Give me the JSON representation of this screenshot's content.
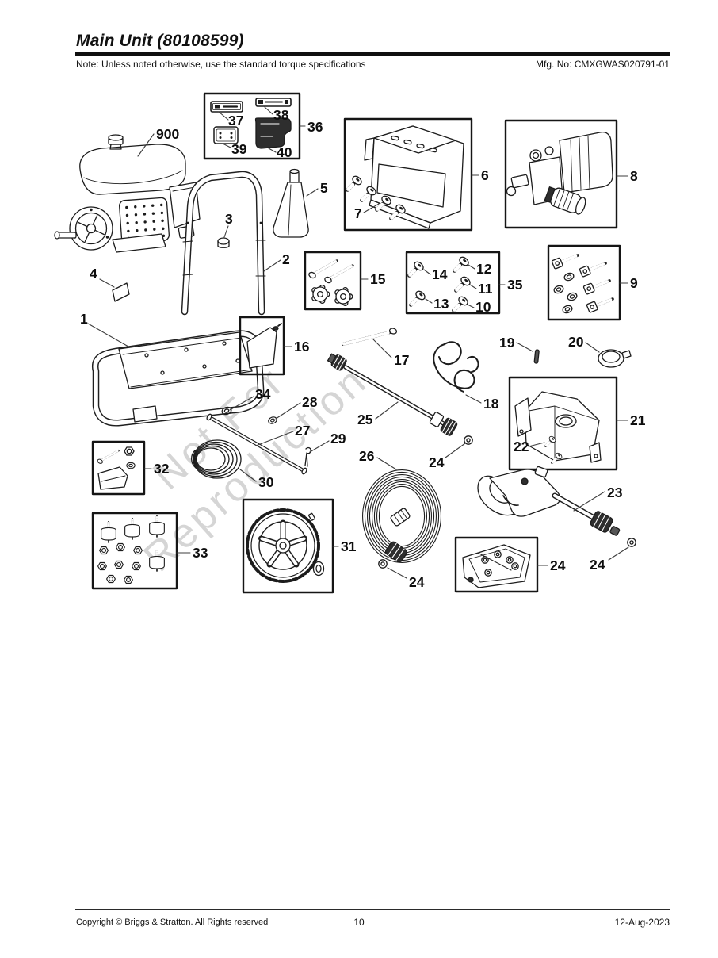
{
  "header": {
    "title": "Main Unit (80108599)",
    "note": "Note: Unless noted otherwise, use the standard torque specifications",
    "mfg_no": "Mfg. No: CMXGWAS020791-01"
  },
  "watermark": {
    "line1": "Not For",
    "line2": "Reproduction"
  },
  "footer": {
    "copyright": "Copyright © Briggs & Stratton. All Rights reserved",
    "page_number": "10",
    "date": "12-Aug-2023"
  },
  "colors": {
    "ink": "#1c1c1c",
    "watermark_gray": "#7d7d7d",
    "paper": "#ffffff"
  },
  "callouts": {
    "engine": "900",
    "frame": "1",
    "handle": "2",
    "grip_cap": "3",
    "decal_4": "4",
    "nozzle_guard": "5",
    "panel": "6",
    "panel_screws": "7",
    "pump": "8",
    "bolt_kit": "9",
    "screw_10": "10",
    "screw_11": "11",
    "screw_12": "12",
    "screw_13": "13",
    "screw_14": "14",
    "bolt_knob_kit": "15",
    "plate": "16",
    "rod": "17",
    "hose_hook": "18",
    "pin": "19",
    "tank_cap": "20",
    "tank": "21",
    "tank_screws": "22",
    "spray_gun": "23",
    "oring_lance": "24",
    "oring_hose": "24",
    "oring_gun": "24",
    "nozzle_kit": "24",
    "lance": "25",
    "hose": "26",
    "axle": "27",
    "washer_28": "28",
    "cotter_pin": "29",
    "spring": "30",
    "wheel": "31",
    "foot_kit": "32",
    "isolator_kit": "33",
    "washer_34": "34",
    "screw_kit": "35",
    "decal_group": "36",
    "decal_37": "37",
    "decal_38": "38",
    "decal_39": "39",
    "decal_40": "40"
  }
}
